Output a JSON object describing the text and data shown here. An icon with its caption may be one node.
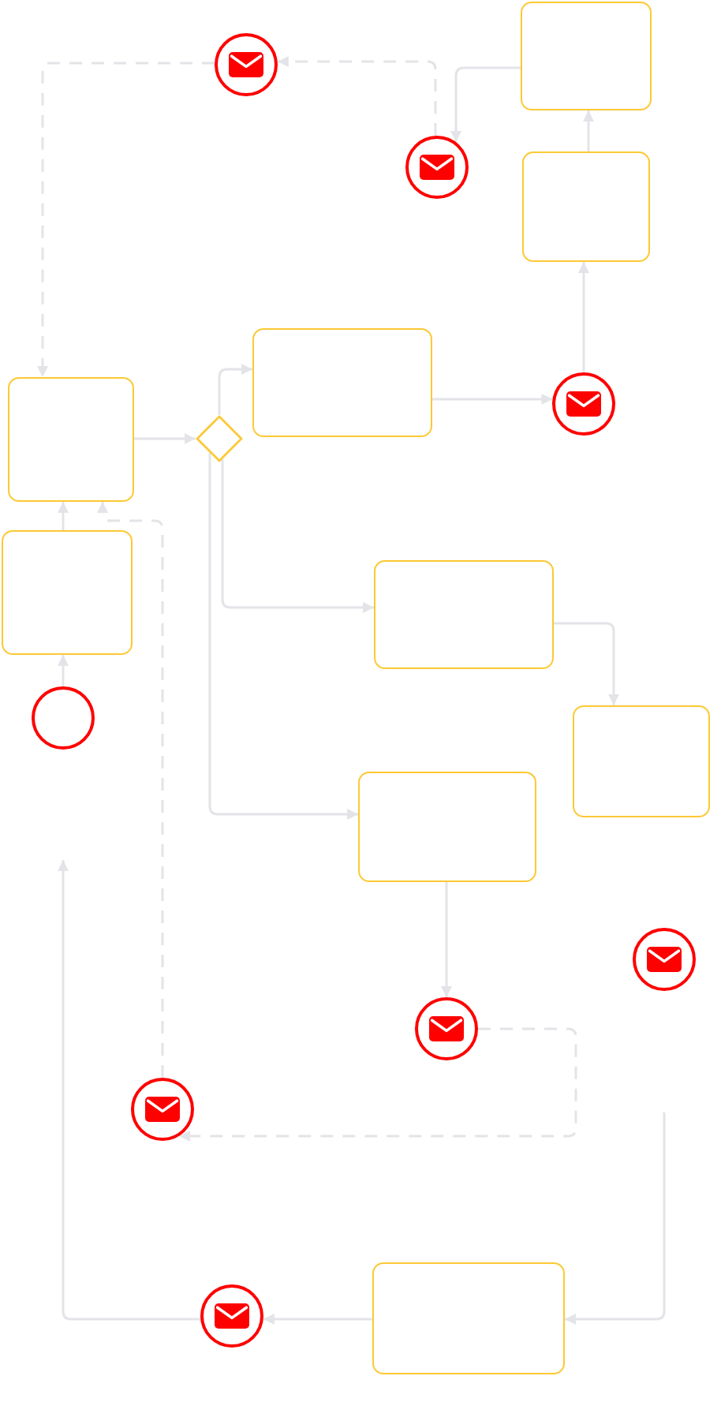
{
  "diagram": {
    "nodes": [
      {
        "text": [],
        "shape": "box"
      },
      {
        "text": [],
        "shape": "circle"
      },
      {
        "text": [],
        "shape": "circle"
      },
      {
        "text": [],
        "shape": "box"
      },
      {
        "text": [],
        "shape": "box"
      },
      {
        "text": [],
        "shape": "box"
      },
      {
        "text": [],
        "shape": "circle"
      },
      {
        "text": [],
        "shape": "diamond"
      },
      {
        "text": [],
        "shape": "box"
      },
      {
        "text": [],
        "shape": "box"
      },
      {
        "text": [],
        "shape": "circle"
      },
      {
        "text": [],
        "shape": "box"
      },
      {
        "text": [],
        "shape": "box"
      },
      {
        "text": [],
        "shape": "circle"
      },
      {
        "text": [],
        "shape": "circle"
      },
      {
        "text": [],
        "shape": "circle"
      },
      {
        "text": [],
        "shape": "box"
      },
      {
        "text": [],
        "shape": "circle"
      }
    ],
    "edges": [
      {
        "from": 10,
        "to": 8,
        "arrow": "to"
      },
      {
        "from": 8,
        "to": 5,
        "arrow": "to"
      },
      {
        "from": 5,
        "to": 7,
        "arrow": "to"
      },
      {
        "from": 7,
        "to": 4,
        "arrow": "to"
      },
      {
        "from": 7,
        "to": 9,
        "arrow": "to"
      },
      {
        "from": 7,
        "to": 12,
        "arrow": "to"
      },
      {
        "from": 4,
        "to": 6,
        "arrow": "to"
      },
      {
        "from": 6,
        "to": 3,
        "arrow": "to"
      },
      {
        "from": 3,
        "to": 0,
        "arrow": "to"
      },
      {
        "from": 0,
        "to": 2,
        "arrow": "to"
      },
      {
        "from": 2,
        "to": 1,
        "arrow": "to",
        "style": "dashed"
      },
      {
        "from": 1,
        "to": 5,
        "arrow": "to",
        "style": "dashed"
      },
      {
        "from": 9,
        "to": 11,
        "arrow": "to"
      },
      {
        "from": 12,
        "to": 14,
        "arrow": "to"
      },
      {
        "from": 14,
        "to": 15,
        "arrow": "to",
        "style": "dashed"
      },
      {
        "from": 15,
        "to": 5,
        "arrow": "to",
        "style": "dashed"
      },
      {
        "from": 16,
        "to": 17,
        "arrow": "to"
      },
      {
        "from": 17,
        "to": null,
        "arrow": "to"
      },
      {
        "from": null,
        "to": 16,
        "arrow": "to"
      }
    ]
  }
}
